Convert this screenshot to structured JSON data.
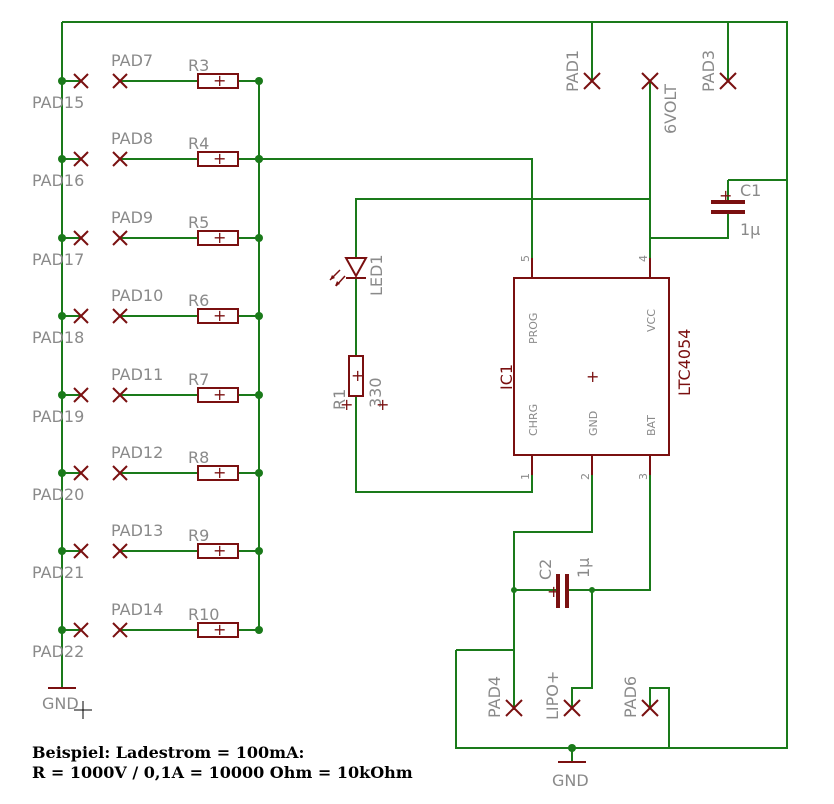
{
  "pad_rows": [
    {
      "left_pad": "PAD15",
      "right_pad": "PAD7",
      "resistor": "R3"
    },
    {
      "left_pad": "PAD16",
      "right_pad": "PAD8",
      "resistor": "R4"
    },
    {
      "left_pad": "PAD17",
      "right_pad": "PAD9",
      "resistor": "R5"
    },
    {
      "left_pad": "PAD18",
      "right_pad": "PAD10",
      "resistor": "R6"
    },
    {
      "left_pad": "PAD19",
      "right_pad": "PAD11",
      "resistor": "R7"
    },
    {
      "left_pad": "PAD20",
      "right_pad": "PAD12",
      "resistor": "R8"
    },
    {
      "left_pad": "PAD21",
      "right_pad": "PAD13",
      "resistor": "R9"
    },
    {
      "left_pad": "PAD22",
      "right_pad": "PAD14",
      "resistor": "R10"
    }
  ],
  "labels": {
    "gnd_left": "GND",
    "gnd_bottom": "GND",
    "pad1": "PAD1",
    "six_volt": "6VOLT",
    "pad3": "PAD3",
    "c1_name": "C1",
    "c1_value": "1µ",
    "c2_name": "C2",
    "c2_value": "1µ",
    "led_name": "LED1",
    "r1_name": "R1",
    "r1_value": "330",
    "pad4": "PAD4",
    "lipo": "LIPO+",
    "pad6": "PAD6"
  },
  "ic": {
    "name": "IC1",
    "part": "LTC4054",
    "pins": {
      "prog": "PROG",
      "vcc": "VCC",
      "chrg": "CHRG",
      "gnd": "GND",
      "bat": "BAT"
    },
    "pin_numbers": {
      "prog": "5",
      "vcc": "4",
      "chrg": "1",
      "gnd": "2",
      "bat": "3"
    }
  },
  "note": {
    "line1": "Beispiel: Ladestrom = 100mA:",
    "line2": "R = 1000V / 0,1A = 10000 Ohm = 10kOhm"
  },
  "colors": {
    "wire": "#1a7a1a",
    "component": "#7a1010",
    "text": "#8a8a8a",
    "junction": "#1a7a1a"
  }
}
